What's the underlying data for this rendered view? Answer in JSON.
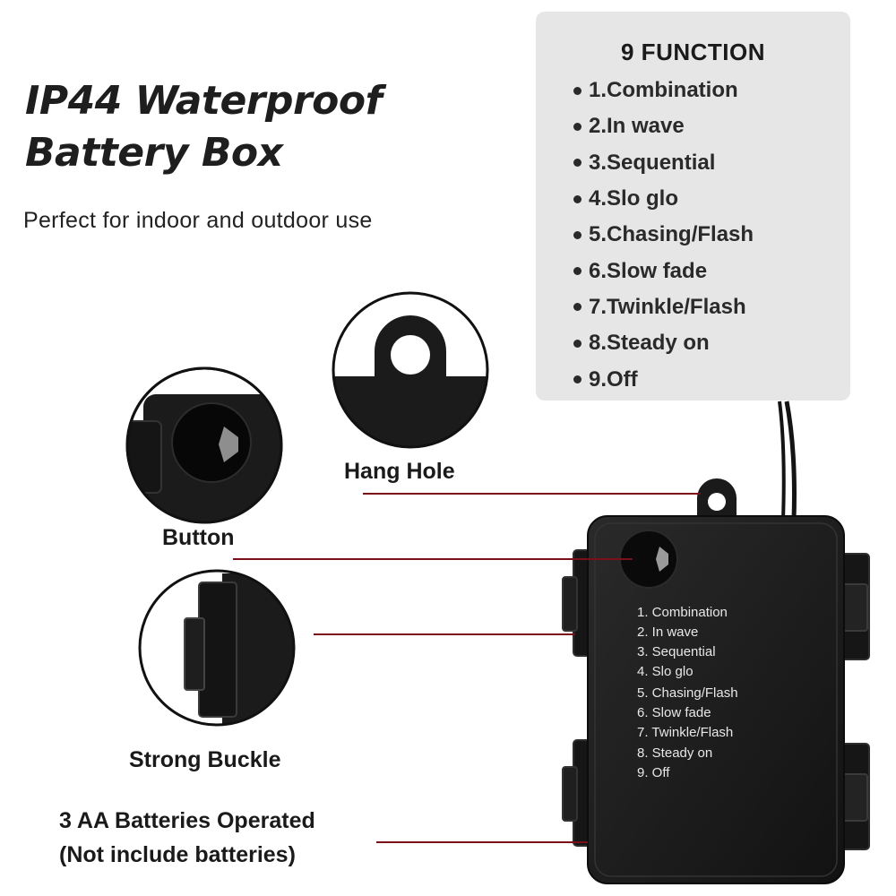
{
  "header": {
    "title_line1": "IP44 Waterproof",
    "title_line2": "Battery Box",
    "subtitle": "Perfect for indoor and outdoor use"
  },
  "functions_panel": {
    "title": "9 FUNCTION",
    "items": [
      "1.Combination",
      "2.In wave",
      "3.Sequential",
      "4.Slo glo",
      "5.Chasing/Flash",
      "6.Slow fade",
      "7.Twinkle/Flash",
      "8.Steady on",
      "9.Off"
    ]
  },
  "callouts": {
    "hang_hole": "Hang Hole",
    "button": "Button",
    "strong_buckle": "Strong Buckle",
    "batteries_line1": "3 AA Batteries Operated",
    "batteries_line2": "(Not include batteries)"
  },
  "box_label": {
    "items": [
      "1. Combination",
      "2. In wave",
      "3. Sequential",
      "4. Slo glo",
      "5. Chasing/Flash",
      "6. Slow fade",
      "7. Twinkle/Flash",
      "8. Steady on",
      "9. Off"
    ]
  },
  "colors": {
    "leader_line": "#7a0f1a",
    "box_body": "#1c1c1c",
    "panel_bg": "#e6e6e6"
  }
}
